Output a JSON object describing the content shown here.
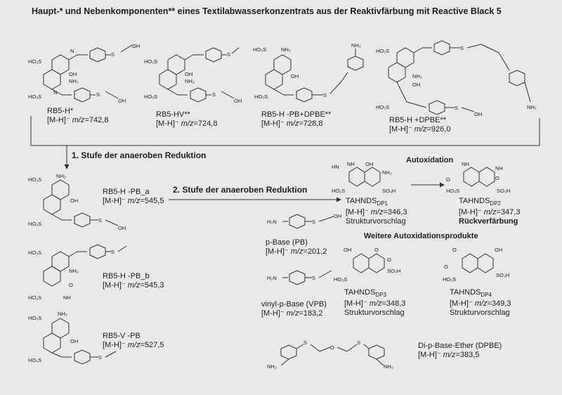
{
  "title": "Haupt-* und Nebenkomponenten** eines Textilabwasserkonzentrats aus der Reaktivfärbung mit Reactive Black 5",
  "stage1": "1. Stufe der anaeroben Reduktion",
  "stage2": "2. Stufe der anaeroben Reduktion",
  "autoxidation": "Autoxidation",
  "further_autoxidation": "Weitere Autoxidationsprodukte",
  "ruckverfarbung": "Rückverfärbung",
  "mz_prefix": "[M-H]⁻ ",
  "mz_italic": "m/z",
  "compounds": {
    "rb5h": {
      "name": "RB5-H*",
      "mz": "=742,8"
    },
    "rb5hv": {
      "name": "RB5-HV**",
      "mz": "=724,8"
    },
    "rb5hpb": {
      "name": "RB5-H -PB+DPBE**",
      "mz": "=728,8"
    },
    "rb5hdpbe": {
      "name": "RB5-H +DPBE**",
      "mz": "=926,0"
    },
    "pba": {
      "name": "RB5-H -PB_a",
      "mz": "=545,5"
    },
    "pbb": {
      "name": "RB5-H -PB_b",
      "mz": "=545,3"
    },
    "v": {
      "name": "RB5-V -PB",
      "mz": "=527,5"
    },
    "pbase": {
      "name": "p-Base (PB)",
      "mz": "=201,2"
    },
    "vpb": {
      "name": "vinyl-p-Base (VPB)",
      "mz": "=183,2"
    },
    "dpbe": {
      "name": "Di-p-Base-Ether (DPBE)",
      "mz": "=383,5"
    },
    "dp1": {
      "base": "TAHNDS",
      "sub": "DP1",
      "mz": "=346,3",
      "note": "Strukturvorschlag"
    },
    "dp2": {
      "base": "TAHNDS",
      "sub": "DP2",
      "mz": "=347,3"
    },
    "dp3": {
      "base": "TAHNDS",
      "sub": "DP3",
      "mz": "=348,3",
      "note": "Strukturvorschlag"
    },
    "dp4": {
      "base": "TAHNDS",
      "sub": "DP4",
      "mz": "=349,3",
      "note": "Strukturvorschlag"
    }
  },
  "atoms": {
    "so3h": "SO₃H",
    "so3h_l": "HO₃S",
    "nh2": "NH₂",
    "oh": "OH",
    "o": "O",
    "s": "S",
    "nh": "NH",
    "n": "N",
    "h2n": "H₂N",
    "hn": "HN"
  }
}
